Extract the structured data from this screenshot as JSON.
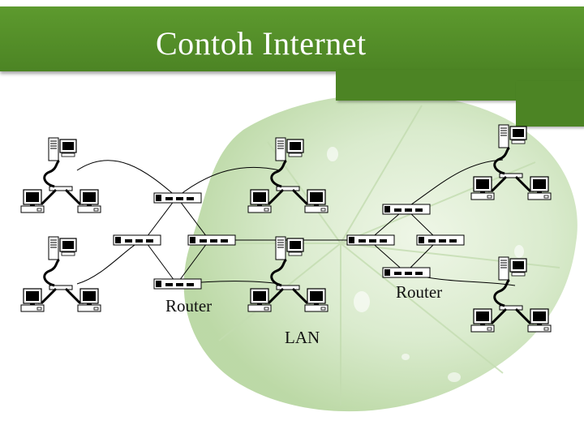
{
  "slide": {
    "title": "Contoh Internet",
    "labels": {
      "router_left": "Router",
      "router_right": "Router",
      "lan": "LAN"
    }
  },
  "colors": {
    "title_bar": "#4c8424",
    "title_text": "#ffffff",
    "leaf": "#d9ead0"
  },
  "icons": [
    "router-icon",
    "computer-icon",
    "server-tower-icon",
    "hub-icon",
    "leaf-background"
  ]
}
